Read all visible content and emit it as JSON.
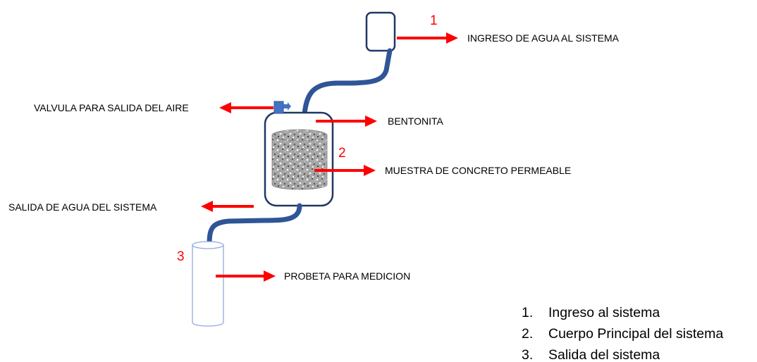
{
  "colors": {
    "pipe": "#2f5597",
    "tank_border": "#1f3864",
    "arrow": "#ff0000",
    "number": "#ff0000",
    "valve": "#4472c4",
    "probeta_border": "#8faadc"
  },
  "numbers": [
    "1",
    "2",
    "3"
  ],
  "labels": {
    "ingreso": "INGRESO DE AGUA AL SISTEMA",
    "valvula": "VALVULA PARA SALIDA DEL AIRE",
    "bentonita": "BENTONITA",
    "muestra": "MUESTRA DE CONCRETO PERMEABLE",
    "salida": "SALIDA DE AGUA DEL SISTEMA",
    "probeta": "PROBETA PARA MEDICION"
  },
  "legend": [
    {
      "num": "1.",
      "text": "Ingreso al sistema"
    },
    {
      "num": "2.",
      "text": "Cuerpo Principal del sistema"
    },
    {
      "num": "3.",
      "text": "Salida del sistema"
    }
  ]
}
